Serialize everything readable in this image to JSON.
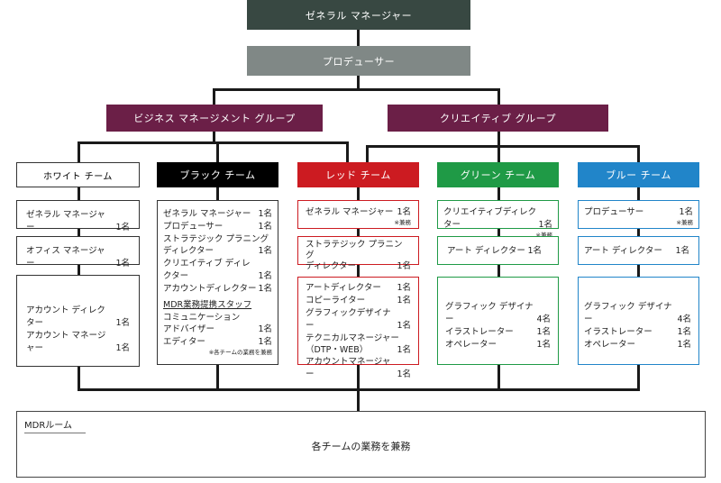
{
  "top": {
    "gm": "ゼネラル マネージャー",
    "producer": "プロデューサー"
  },
  "groups": {
    "business": "ビジネス マネージメント グループ",
    "creative": "クリエイティブ グループ"
  },
  "colors": {
    "top": "#384842",
    "producer": "#808886",
    "group": "#6b1f47",
    "black": "#000000",
    "red": "#cc1b21",
    "green": "#1f9a46",
    "blue": "#2185c9"
  },
  "teams": {
    "white": {
      "title": "ホワイト チーム",
      "b1": {
        "label": "ゼネラル マネージャー",
        "count": "1名"
      },
      "b2": {
        "label": "オフィス マネージャー",
        "count": "1名"
      },
      "b3": [
        {
          "label": "アカウント ディレクター",
          "count": "1名"
        },
        {
          "label": "アカウント マネージャー",
          "count": "1名"
        }
      ]
    },
    "black": {
      "title": "ブラック チーム",
      "items": [
        {
          "label": "ゼネラル マネージャー",
          "count": "1名"
        },
        {
          "label": "プロデューサー",
          "count": "1名"
        },
        {
          "label": "ストラテジック プラニング",
          "label2": "ディレクター",
          "count": "1名"
        },
        {
          "label": "クリエイティブ ディレクター",
          "count": "1名"
        },
        {
          "label": "アカウントディレクター",
          "count": "1名"
        }
      ],
      "section": "MDR業務提携スタッフ",
      "items2": [
        {
          "label": "コミュニケーション",
          "label2": "アドバイザー",
          "count": "1名"
        },
        {
          "label": "エディター",
          "count": "1名"
        }
      ],
      "note": "※各チームの業務を兼務"
    },
    "red": {
      "title": "レッド チーム",
      "b1": {
        "label": "ゼネラル マネージャー",
        "count": "1名",
        "note": "※兼務"
      },
      "b2": {
        "label": "ストラテジック プラニング",
        "label2": "ディレクター",
        "count": "1名"
      },
      "b3": [
        {
          "label": "アートディレクター",
          "count": "1名"
        },
        {
          "label": "コピーライター",
          "count": "1名"
        },
        {
          "label": "グラフィックデザイナー",
          "count": "1名"
        },
        {
          "label": "テクニカルマネージャー",
          "label2": "（DTP・WEB）",
          "count": "1名"
        },
        {
          "label": "アカウントマネージャー",
          "count": "1名"
        }
      ]
    },
    "green": {
      "title": "グリーン チーム",
      "b1": {
        "label": "クリエイティブディレクター",
        "count": "1名",
        "note": "※兼務"
      },
      "b2": {
        "label": "アート ディレクター",
        "count": "1名"
      },
      "b3": [
        {
          "label": "グラフィック デザイナー",
          "count": "4名"
        },
        {
          "label": "イラストレーター",
          "count": "1名"
        },
        {
          "label": "オペレーター",
          "count": "1名"
        }
      ]
    },
    "blue": {
      "title": "ブルー チーム",
      "b1": {
        "label": "プロデューサー",
        "count": "1名",
        "note": "※兼務"
      },
      "b2": {
        "label": "アート ディレクター",
        "count": "1名"
      },
      "b3": [
        {
          "label": "グラフィック デザイナー",
          "count": "4名"
        },
        {
          "label": "イラストレーター",
          "count": "1名"
        },
        {
          "label": "オペレーター",
          "count": "1名"
        }
      ]
    }
  },
  "mdr": {
    "title": "MDRルーム",
    "body": "各チームの業務を兼務"
  }
}
